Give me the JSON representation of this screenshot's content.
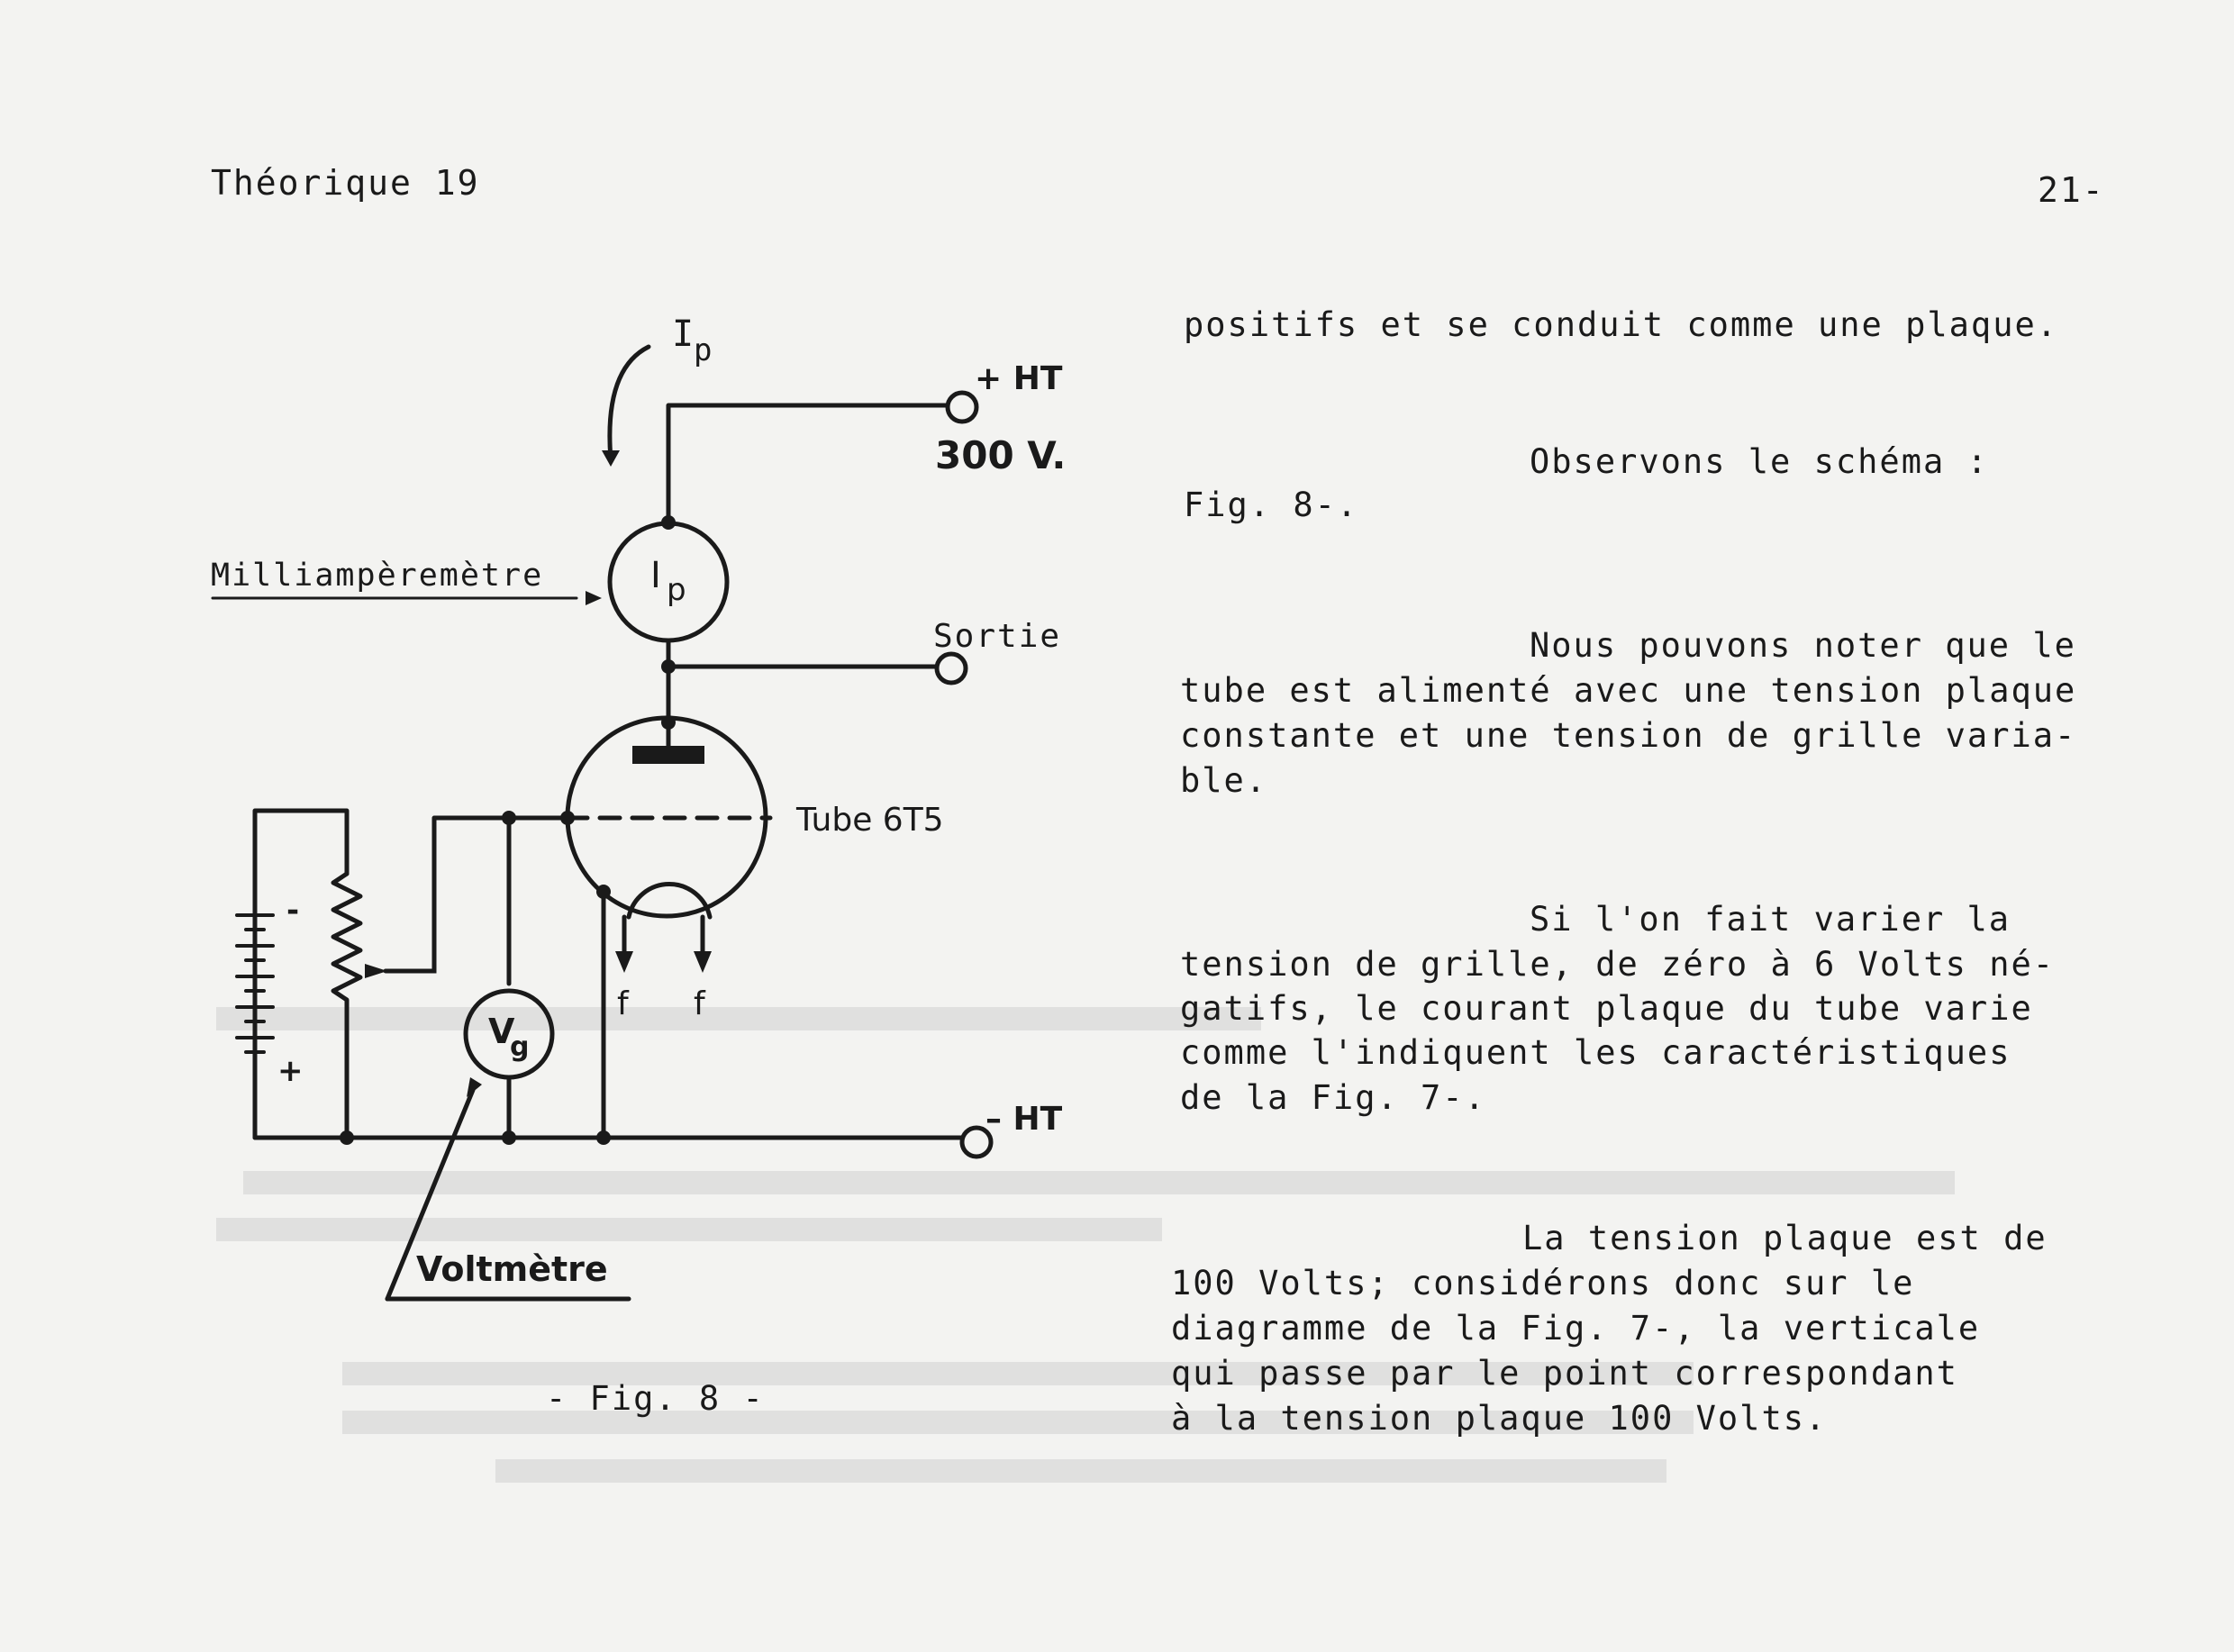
{
  "header": {
    "left": "Théorique 19",
    "right": "21-"
  },
  "figure": {
    "labels": {
      "ip_top_main": "I",
      "ip_top_sub": "p",
      "plus_ht": "+ HT",
      "volt_300": "300 V.",
      "milliamp": "Milliampèremètre",
      "ip_meter_main": "I",
      "ip_meter_sub": "p",
      "sortie": "Sortie",
      "tube": "Tube 6T5",
      "minus_sign": "-",
      "plus_sign": "+",
      "vg_main": "V",
      "vg_sub": "g",
      "f1": "f",
      "f2": "f",
      "minus_ht": "– HT",
      "voltmetre": "Voltmètre"
    },
    "caption": "- Fig. 8 -"
  },
  "text": {
    "p1": "positifs et se conduit comme une plaque.",
    "p2_l1": "Observons le schéma :",
    "p2_l2": "Fig. 8-.",
    "p3_l1": "Nous pouvons noter que le",
    "p3_l2": "tube est alimenté avec une tension plaque",
    "p3_l3": "constante et une tension de grille varia-",
    "p3_l4": "ble.",
    "p4_l1": "Si l'on fait varier la",
    "p4_l2": "tension de grille, de zéro à 6 Volts né-",
    "p4_l3": "gatifs, le courant plaque du tube varie",
    "p4_l4": "comme l'indiquent les caractéristiques",
    "p4_l5": "de la Fig. 7-.",
    "p5_l1": "La tension plaque est de",
    "p5_l2": "100 Volts; considérons donc sur le",
    "p5_l3": "diagramme de la Fig. 7-, la verticale",
    "p5_l4": "qui passe par le point correspondant",
    "p5_l5": "à la tension plaque 100 Volts."
  }
}
